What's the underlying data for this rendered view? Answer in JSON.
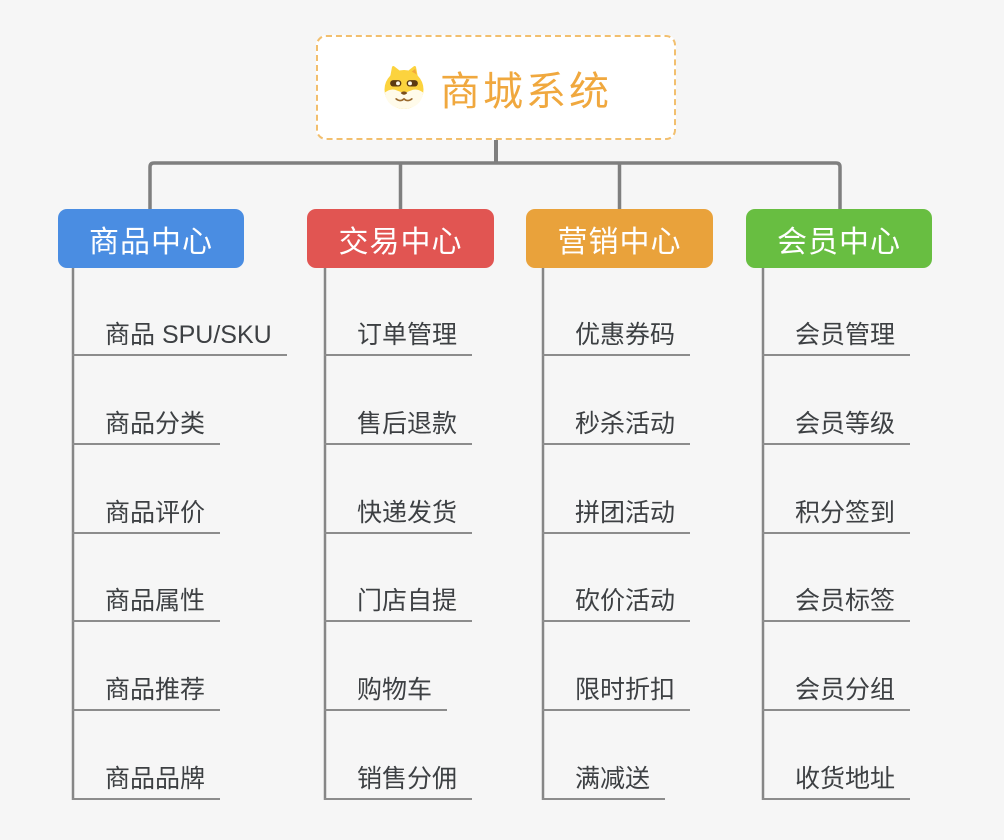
{
  "root": {
    "title": "商城系统",
    "icon": "dog-face-icon",
    "title_color": "#f0a83e",
    "border_color": "#f2bf6e"
  },
  "branches": [
    {
      "label": "商品中心",
      "color": "#4a8de2",
      "items": [
        "商品 SPU/SKU",
        "商品分类",
        "商品评价",
        "商品属性",
        "商品推荐",
        "商品品牌"
      ]
    },
    {
      "label": "交易中心",
      "color": "#e15552",
      "items": [
        "订单管理",
        "售后退款",
        "快递发货",
        "门店自提",
        "购物车",
        "销售分佣"
      ]
    },
    {
      "label": "营销中心",
      "color": "#e9a23b",
      "items": [
        "优惠券码",
        "秒杀活动",
        "拼团活动",
        "砍价活动",
        "限时折扣",
        "满减送"
      ]
    },
    {
      "label": "会员中心",
      "color": "#68be41",
      "items": [
        "会员管理",
        "会员等级",
        "积分签到",
        "会员标签",
        "会员分组",
        "收货地址"
      ]
    }
  ],
  "connector_color": "#7f7f7f",
  "underline_color": "#8c8c8c",
  "background_color": "#f6f6f6"
}
